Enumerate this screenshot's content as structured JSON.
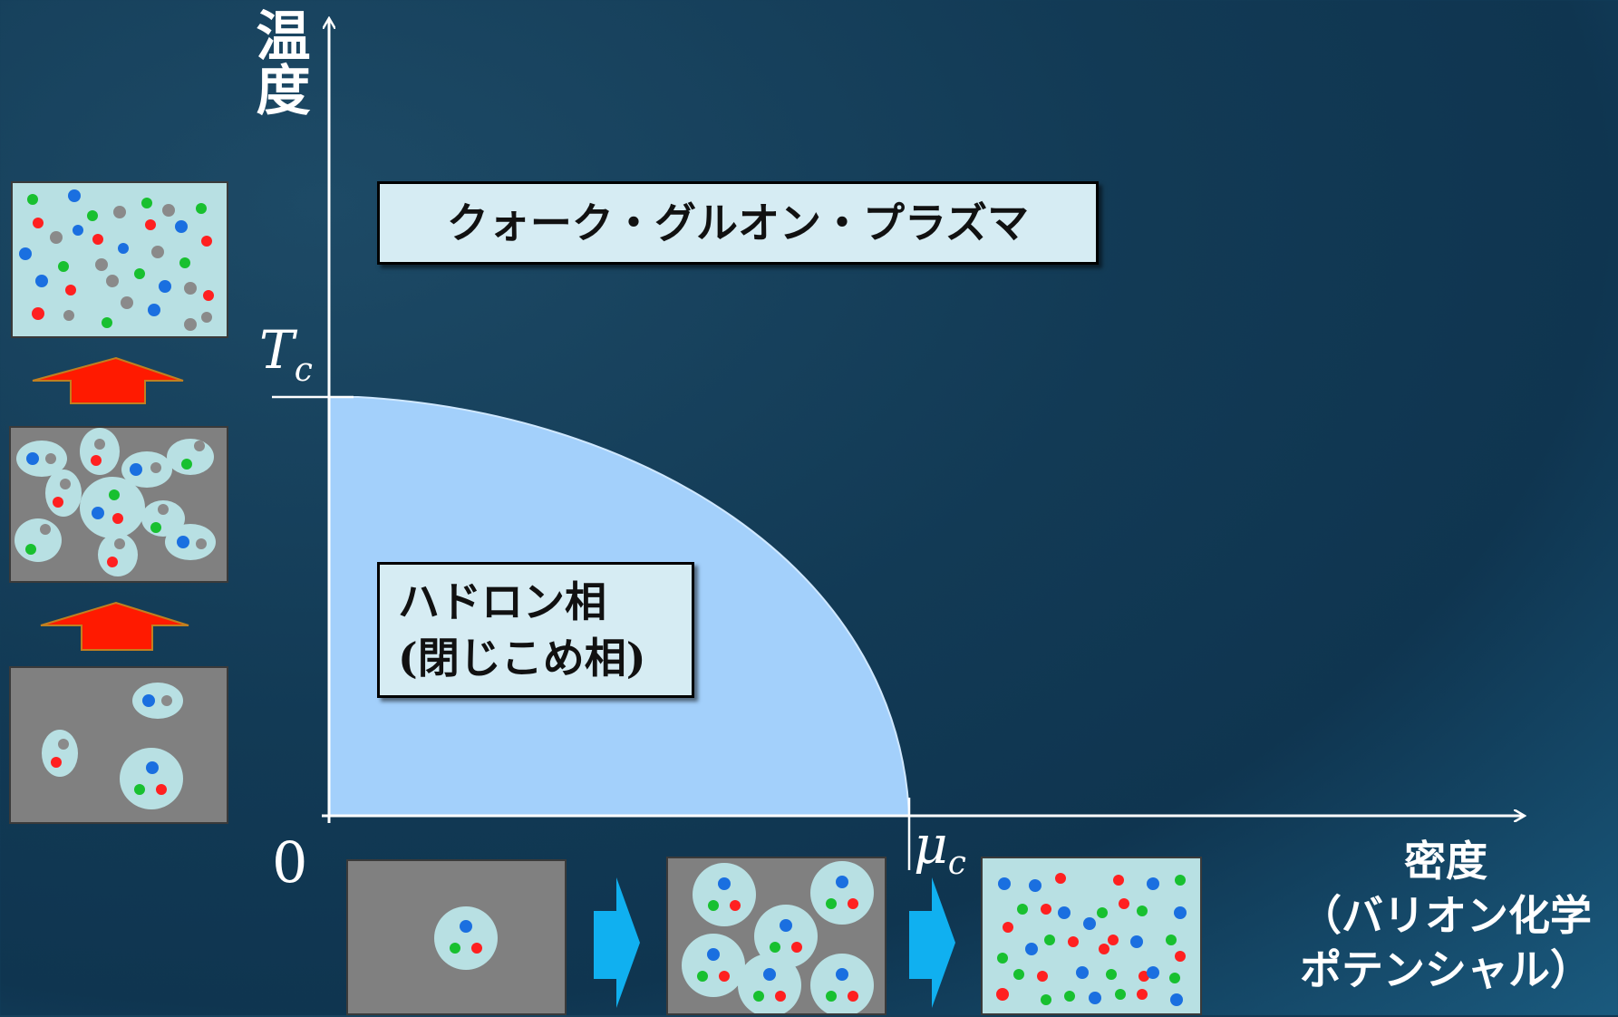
{
  "axes": {
    "y_title": "温度",
    "x_title_line1": "密度",
    "x_title_line2": "（バリオン化学",
    "x_title_line3": "ポテンシャル）",
    "origin": "0",
    "tc_main": "T",
    "tc_sub": "c",
    "muc_main": "μ",
    "muc_sub": "c"
  },
  "regions": {
    "qgp_label": "クォーク・グルオン・プラズマ",
    "hadron_label_line1": "ハドロン相",
    "hadron_label_line2": "(閉じこめ相)"
  },
  "colors": {
    "hadron_region": "#a3d0fb",
    "quark_red": "#ff2020",
    "quark_green": "#18c030",
    "quark_blue": "#1a6fe0",
    "gluon_gray": "#8a8a8a",
    "up_arrow": "#ff1a00",
    "right_arrow": "#10b0f0"
  },
  "icons": [
    "red-up-arrow-icon",
    "blue-right-arrow-icon"
  ]
}
